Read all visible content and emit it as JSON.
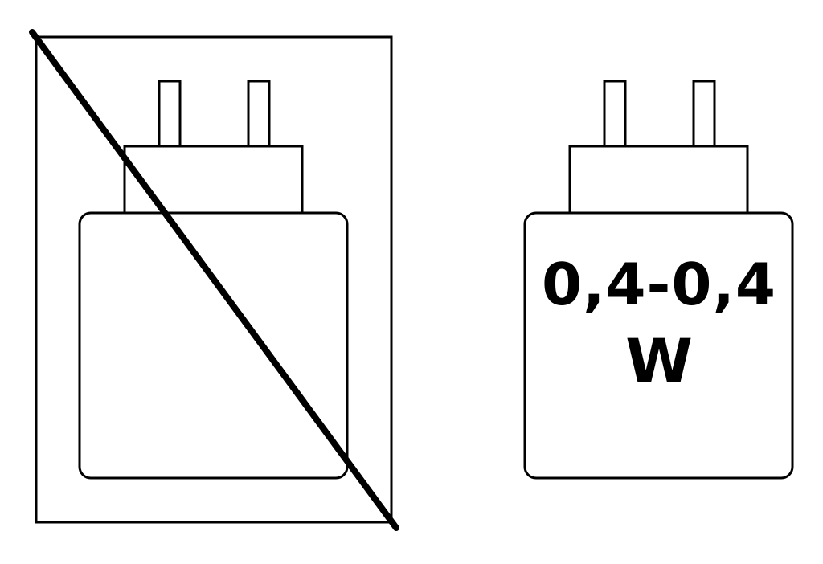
{
  "figure": {
    "left": {
      "description": "charger without power rating, crossed out (not included)",
      "crossed_out": true
    },
    "right": {
      "description": "charger with power rating",
      "power_range": "0,4-0,4",
      "unit": "W"
    }
  }
}
